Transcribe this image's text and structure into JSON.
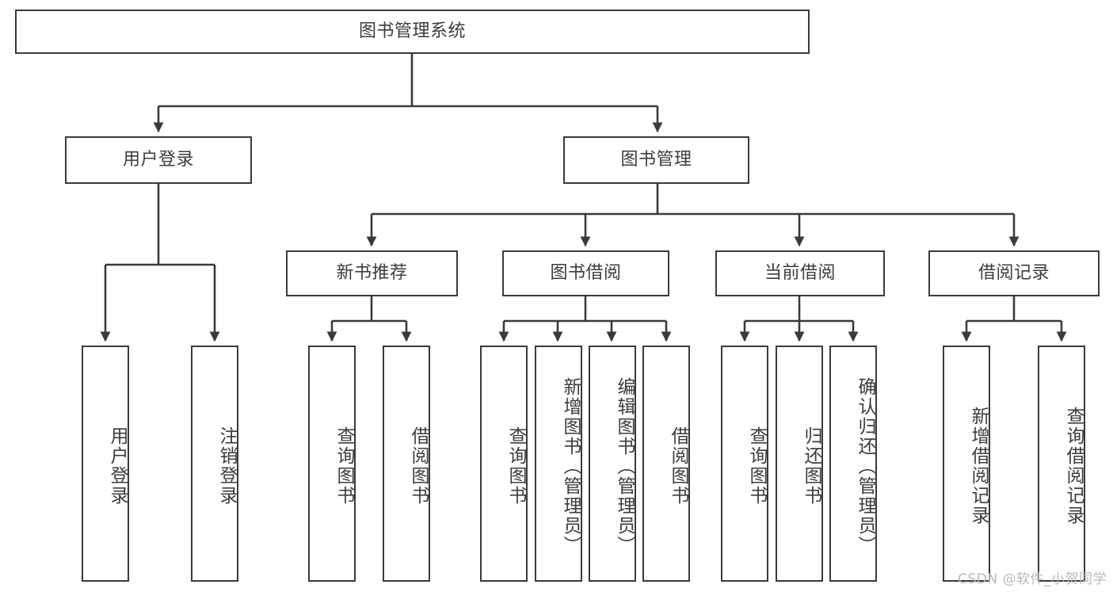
{
  "diagram": {
    "type": "tree",
    "title": "图书管理系统",
    "background_color": "#ffffff",
    "border_color": "#3a3a3a",
    "text_color": "#3c3c3c",
    "watermark": "CSDN @软件_小贺同学",
    "nodes": {
      "root": {
        "label": "图书管理系统"
      },
      "level2": [
        {
          "id": "user-login",
          "label": "用户登录"
        },
        {
          "id": "book-manage",
          "label": "图书管理"
        }
      ],
      "level3": [
        {
          "id": "new-book-recommend",
          "label": "新书推荐"
        },
        {
          "id": "book-borrow",
          "label": "图书借阅"
        },
        {
          "id": "current-borrow",
          "label": "当前借阅"
        },
        {
          "id": "borrow-record",
          "label": "借阅记录"
        }
      ],
      "leaves": {
        "user_login": [
          {
            "id": "leaf-user-login",
            "label": "用户登录"
          },
          {
            "id": "leaf-logout-login",
            "label": "注销登录"
          }
        ],
        "new_book_recommend": [
          {
            "id": "leaf-query-book-1",
            "label": "查询图书"
          },
          {
            "id": "leaf-borrow-book-1",
            "label": "借阅图书"
          }
        ],
        "book_borrow": [
          {
            "id": "leaf-query-book-2",
            "label": "查询图书"
          },
          {
            "id": "leaf-add-book",
            "label": "新增图书（管理员）"
          },
          {
            "id": "leaf-edit-book",
            "label": "编辑图书（管理员）"
          },
          {
            "id": "leaf-borrow-book-2",
            "label": "借阅图书"
          }
        ],
        "current_borrow": [
          {
            "id": "leaf-query-book-3",
            "label": "查询图书"
          },
          {
            "id": "leaf-return-book",
            "label": "归还图书"
          },
          {
            "id": "leaf-confirm-return",
            "label": "确认归还（管理员）"
          }
        ],
        "borrow_record": [
          {
            "id": "leaf-add-borrow-record",
            "label": "新增借阅记录"
          },
          {
            "id": "leaf-query-borrow-record",
            "label": "查询借阅记录"
          }
        ]
      }
    }
  }
}
